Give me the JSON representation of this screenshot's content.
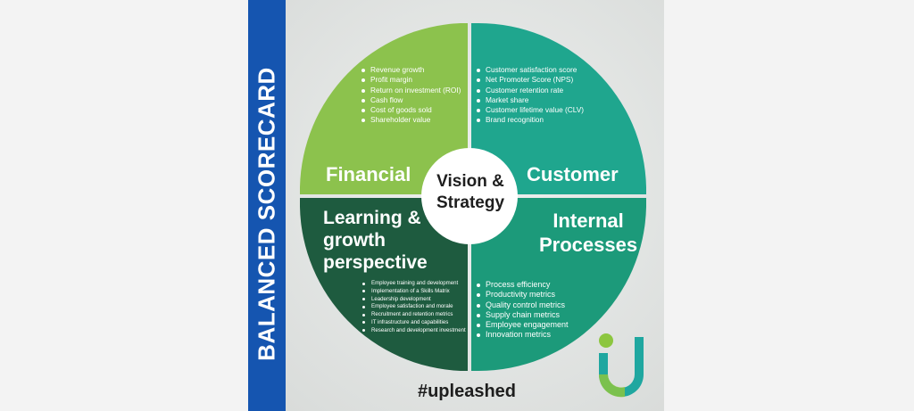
{
  "sidebar_title": "BALANCED SCORECARD",
  "center": {
    "line1": "Vision &",
    "line2": "Strategy"
  },
  "quadrants": {
    "financial": {
      "title": "Financial",
      "items": [
        "Revenue growth",
        "Profit margin",
        "Return on investment (ROI)",
        "Cash flow",
        "Cost of goods sold",
        "Shareholder value"
      ]
    },
    "customer": {
      "title": "Customer",
      "items": [
        "Customer satisfaction score",
        "Net Promoter Score (NPS)",
        "Customer retention rate",
        "Market share",
        "Customer lifetime value (CLV)",
        "Brand recognition"
      ]
    },
    "learning": {
      "title_line1": "Learning &",
      "title_line2": "growth",
      "title_line3": "perspective",
      "items": [
        "Employee training and development",
        "Implementation of a Skills Matrix",
        "Leadership development",
        "Employee satisfaction and morale",
        "Recruitment and retention metrics",
        "IT infrastructure and capabilities",
        "Research and development investment"
      ]
    },
    "internal": {
      "title_line1": "Internal",
      "title_line2": "Processes",
      "items": [
        "Process efficiency",
        "Productivity metrics",
        "Quality control metrics",
        "Supply chain metrics",
        "Employee engagement",
        "Innovation metrics"
      ]
    }
  },
  "hashtag": "#upleashed",
  "colors": {
    "financial": "#8cc24d",
    "customer": "#1fa68e",
    "learning": "#1e5b3f",
    "internal": "#1c9a7a",
    "sidebar": "#1555b0",
    "logo_green": "#8cc63f",
    "logo_teal": "#1fa7a0"
  },
  "logo_icon": "upleashed-u-logo"
}
